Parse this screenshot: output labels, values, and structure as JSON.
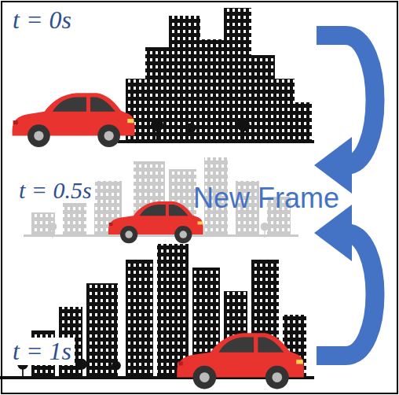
{
  "diagram": {
    "nodes": [
      {
        "text": [
          "t = 0s"
        ]
      },
      {
        "text": [
          "t = 0.5s"
        ]
      },
      {
        "text": [
          "t = 1s"
        ]
      }
    ],
    "edges": [
      {
        "from": 0,
        "to": 1,
        "arrow": "to"
      },
      {
        "from": 2,
        "to": 1,
        "arrow": "to"
      }
    ],
    "labels": [
      "New Frame"
    ]
  }
}
